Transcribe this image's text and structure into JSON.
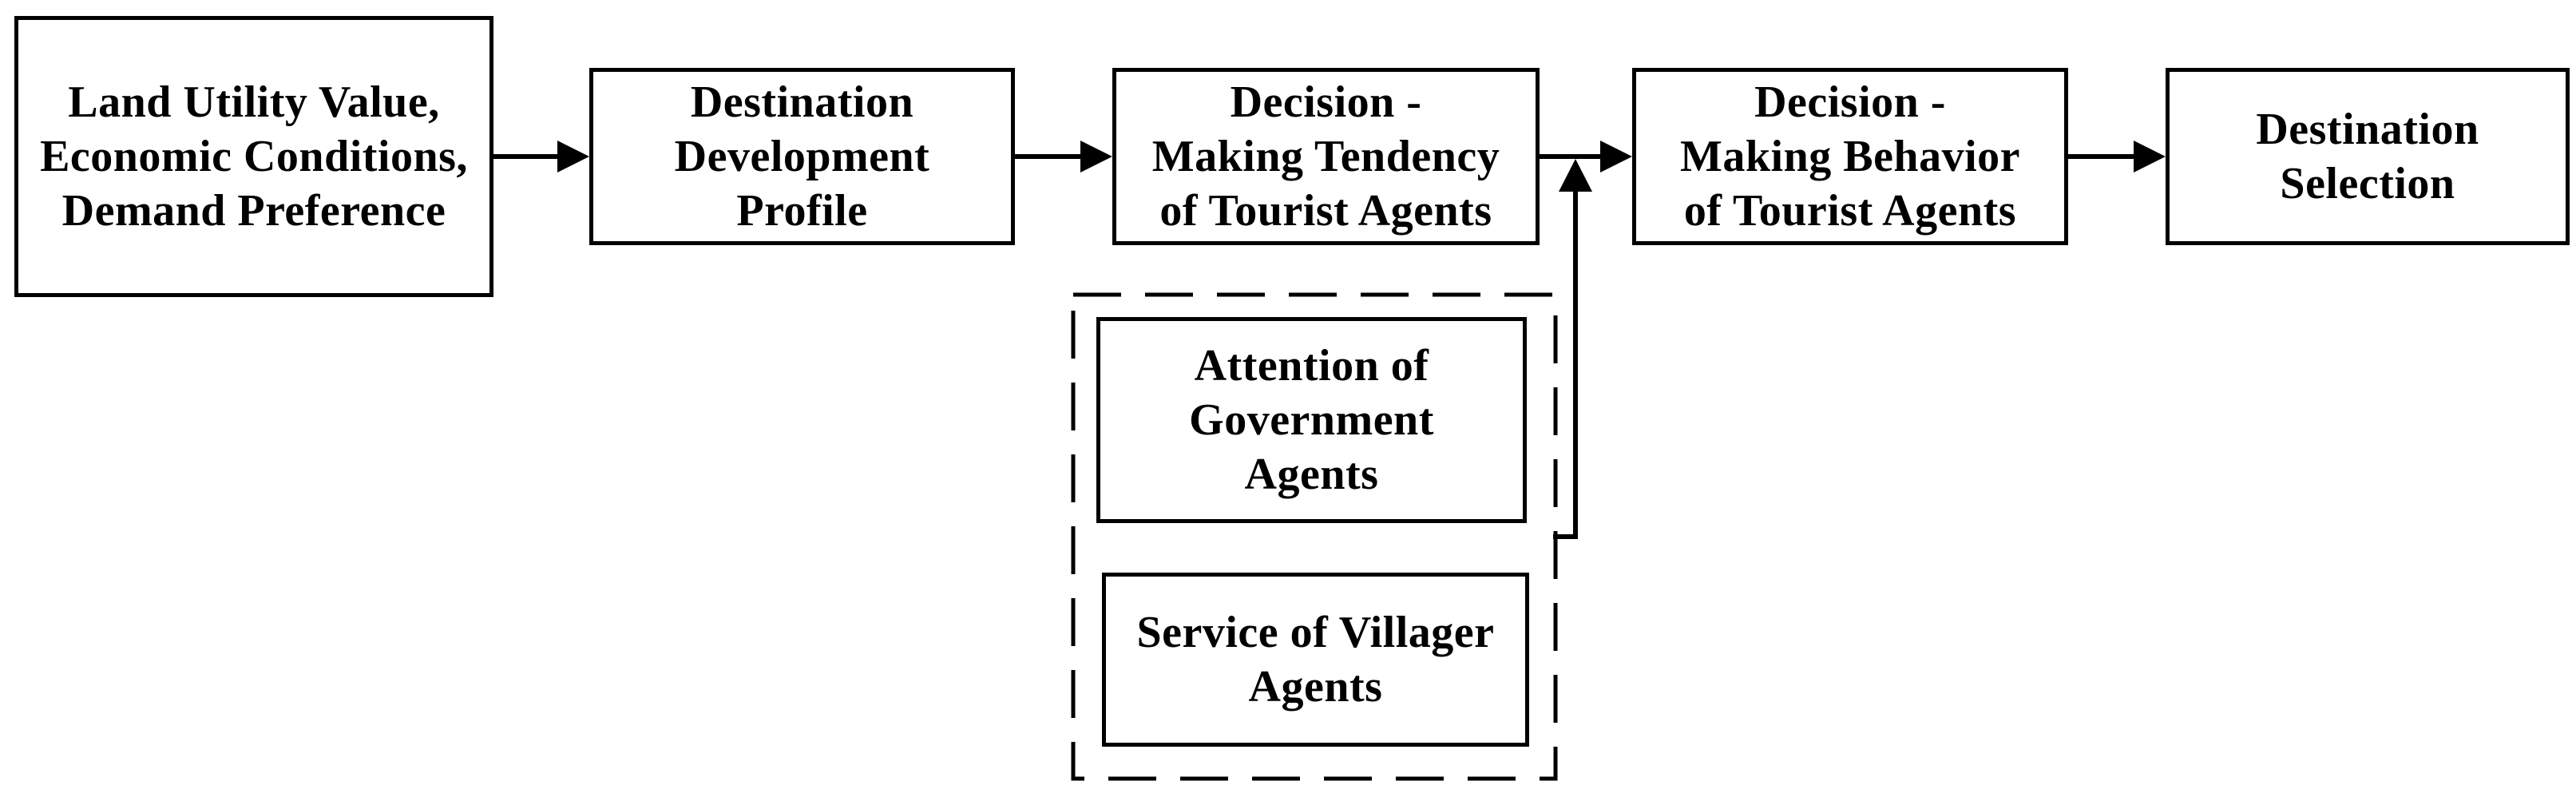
{
  "diagram": {
    "type": "flowchart",
    "colors": {
      "stroke": "#000000",
      "text": "#000000",
      "background": "#ffffff"
    },
    "main_flow": [
      {
        "label": "Land Utility Value,\nEconomic Conditions,\nDemand Preference"
      },
      {
        "label": "Destination\nDevelopment\nProfile"
      },
      {
        "label": "Decision -\nMaking Tendency\nof Tourist Agents"
      },
      {
        "label": "Decision -\nMaking Behavior\nof Tourist Agents"
      },
      {
        "label": "Destination\nSelection"
      }
    ],
    "influence_group": {
      "border_style": "dashed",
      "boxes": [
        {
          "label": "Attention of\nGovernment\nAgents"
        },
        {
          "label": "Service of Villager\nAgents"
        }
      ]
    },
    "connections": [
      {
        "from": "inputs",
        "to": "profile",
        "style": "arrow-right"
      },
      {
        "from": "profile",
        "to": "tendency",
        "style": "arrow-right"
      },
      {
        "from": "tendency",
        "to": "behavior",
        "style": "arrow-right"
      },
      {
        "from": "behavior",
        "to": "selection",
        "style": "arrow-right"
      },
      {
        "from": "influence-group",
        "to": "tendency-behavior-link",
        "style": "arrow-up"
      }
    ]
  }
}
